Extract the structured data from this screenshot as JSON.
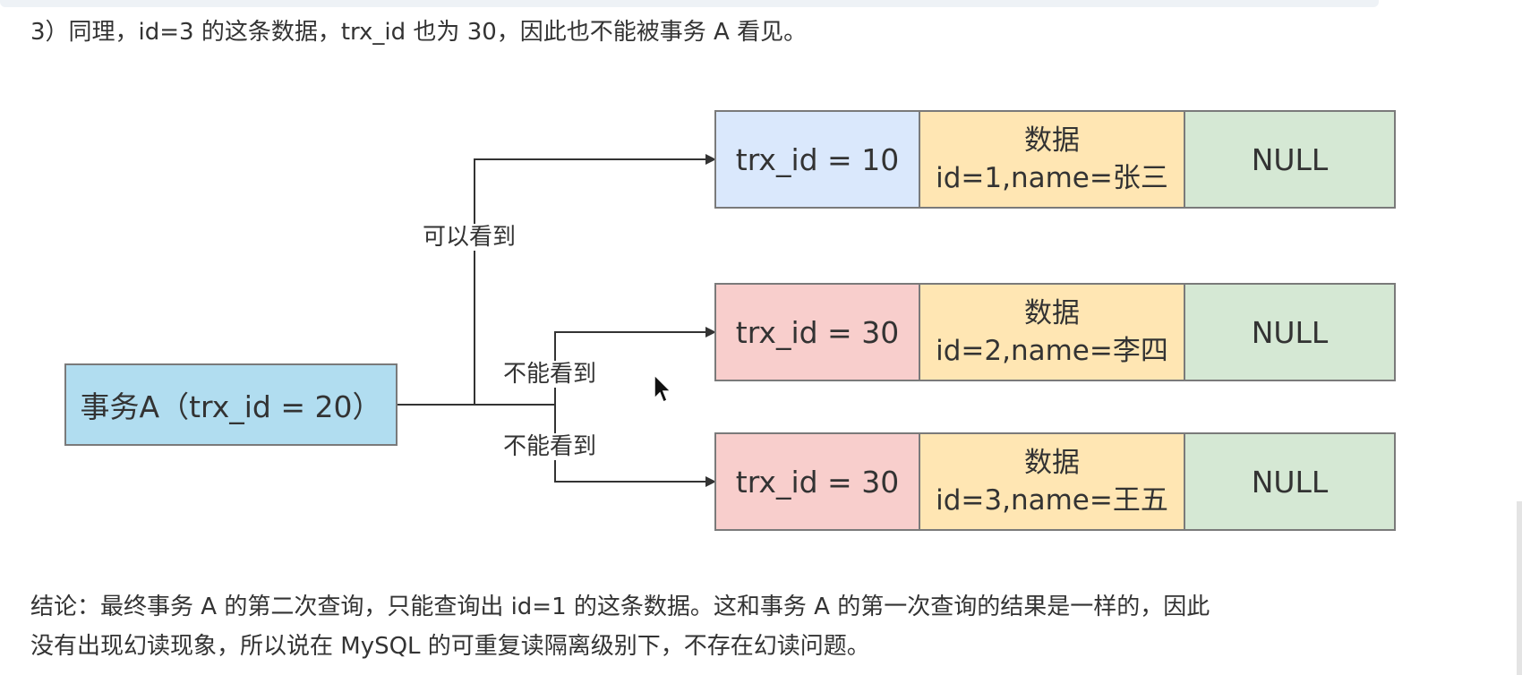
{
  "paragraph_top": "3）同理，id=3 的这条数据，trx_id 也为 30，因此也不能被事务 A 看见。",
  "transaction": {
    "label": "事务A（trx_id = 20）"
  },
  "rows": [
    {
      "trx": "trx_id = 10",
      "data_title": "数据",
      "data_value": "id=1,name=张三",
      "rollback": "NULL",
      "trx_color": "#dae8fc"
    },
    {
      "trx": "trx_id = 30",
      "data_title": "数据",
      "data_value": "id=2,name=李四",
      "rollback": "NULL",
      "trx_color": "#f8cecc"
    },
    {
      "trx": "trx_id = 30",
      "data_title": "数据",
      "data_value": "id=3,name=王五",
      "rollback": "NULL",
      "trx_color": "#f8cecc"
    }
  ],
  "edge_labels": {
    "visible": "可以看到",
    "invisible_1": "不能看到",
    "invisible_2": "不能看到"
  },
  "colors": {
    "transaction_fill": "#b1ddf0",
    "visible_trx_fill": "#dae8fc",
    "invisible_trx_fill": "#f8cecc",
    "data_fill": "#ffe6b3",
    "null_fill": "#d5e8d4",
    "border": "#7a7a7a"
  },
  "conclusion": {
    "line1": "结论：最终事务 A 的第二次查询，只能查询出 id=1 的这条数据。这和事务 A 的第一次查询的结果是一样的，因此",
    "line2": "没有出现幻读现象，所以说在 MySQL 的可重复读隔离级别下，不存在幻读问题。"
  }
}
